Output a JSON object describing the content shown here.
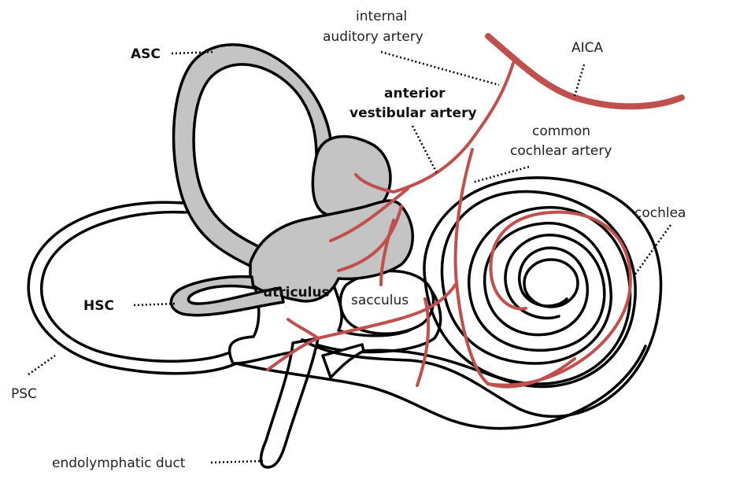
{
  "labels": {
    "asc": "ASC",
    "hsc": "HSC",
    "psc": "PSC",
    "utriculus": "utriculus",
    "sacculus": "sacculus",
    "endolymphatic_duct": "endolymphatic duct",
    "cochlea": "cochlea",
    "aica": "AICA",
    "internal_auditory_artery_line1": "internal",
    "internal_auditory_artery_line2": "auditory artery",
    "anterior_vestibular_artery_line1": "anterior",
    "anterior_vestibular_artery_line2": "vestibular artery",
    "common_cochlear_artery_line1": "common",
    "common_cochlear_artery_line2": "cochlear artery"
  },
  "colors": {
    "artery": "#c0504d",
    "membrane_fill": "#c4c4c4",
    "outline": "#000000"
  }
}
